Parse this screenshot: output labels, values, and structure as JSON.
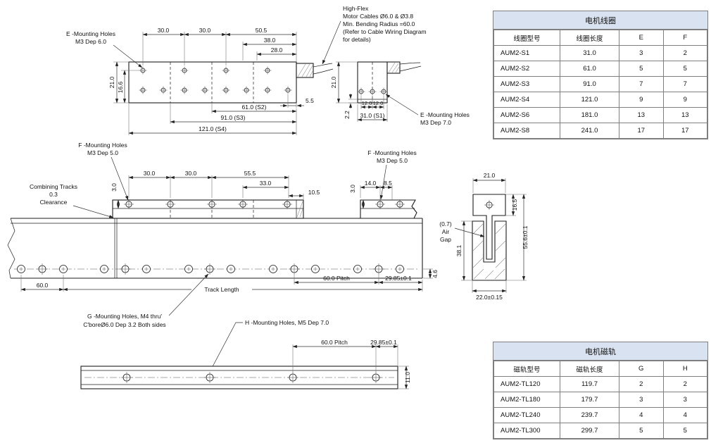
{
  "colors": {
    "table_title_bg": "#d9e2f0",
    "table_border": "#7f7f7f",
    "line": "#1c1c1c"
  },
  "annotations": {
    "e_mount_top": [
      "E -Mounting Holes",
      "M3 Dep 6.0"
    ],
    "high_flex": [
      "High-Flex",
      "Motor Cables Ø6.0 & Ø3.8",
      "Min. Bending Radius =60.0",
      "(Refer to Cable Wiring Diagram",
      "for details)"
    ],
    "e_mount_end": [
      "E -Mounting Holes",
      "M3 Dep 7.0"
    ],
    "f_mount_left": [
      "F -Mounting Holes",
      "M3 Dep 5.0"
    ],
    "f_mount_right": [
      "F -Mounting Holes",
      "M3 Dep 5.0"
    ],
    "combining": [
      "Combining Tracks",
      "0.3",
      "Clearance"
    ],
    "air_gap": [
      "(0.7)",
      "Air",
      "Gap"
    ],
    "g_mount": [
      "G -Mounting Holes, M4 thru'",
      "C'boreØ6.0 Dep 3.2 Both sides"
    ],
    "h_mount": "H -Mounting Holes, M5 Dep 7.0",
    "track_length": "Track Length"
  },
  "dims": {
    "top": {
      "a30": "30.0",
      "b30": "30.0",
      "c50": "50.5",
      "d38": "38.0",
      "e28": "28.0",
      "v21": "21.0",
      "v16": "16.6",
      "f55": "5.5",
      "s2": "61.0 (S2)",
      "s3": "91.0 (S3)",
      "s4": "121.0 (S4)"
    },
    "end": {
      "v21": "21.0",
      "a12": "12.0",
      "b12": "12.0",
      "v22": "2.2",
      "s1": "31.0 (S1)"
    },
    "side": {
      "a30": "30.0",
      "b30": "30.0",
      "c55": "55.5",
      "d33": "33.0",
      "e10": "10.5",
      "v3l": "3.0",
      "f14": "14.0",
      "g8": "8.5",
      "v3r": "3.0",
      "h60": "60.0",
      "pitch": "60.0 Pitch",
      "tol": "29.85±0.1",
      "v46": "4.6"
    },
    "section": {
      "w21": "21.0",
      "v16": "16.5",
      "v38": "38.1",
      "v55": "55.6±0.1",
      "w22": "22.0±0.15"
    },
    "bottom": {
      "pitch": "60.0 Pitch",
      "tol": "29.85±0.1",
      "v11": "11.0"
    }
  },
  "tables": {
    "coil": {
      "title": "电机线圈",
      "headers": [
        "线圈型号",
        "线圈长度",
        "E",
        "F"
      ],
      "rows": [
        [
          "AUM2-S1",
          "31.0",
          "3",
          "2"
        ],
        [
          "AUM2-S2",
          "61.0",
          "5",
          "5"
        ],
        [
          "AUM2-S3",
          "91.0",
          "7",
          "7"
        ],
        [
          "AUM2-S4",
          "121.0",
          "9",
          "9"
        ],
        [
          "AUM2-S6",
          "181.0",
          "13",
          "13"
        ],
        [
          "AUM2-S8",
          "241.0",
          "17",
          "17"
        ]
      ]
    },
    "track": {
      "title": "电机磁轨",
      "headers": [
        "磁轨型号",
        "磁轨长度",
        "G",
        "H"
      ],
      "rows": [
        [
          "AUM2-TL120",
          "119.7",
          "2",
          "2"
        ],
        [
          "AUM2-TL180",
          "179.7",
          "3",
          "3"
        ],
        [
          "AUM2-TL240",
          "239.7",
          "4",
          "4"
        ],
        [
          "AUM2-TL300",
          "299.7",
          "5",
          "5"
        ]
      ]
    }
  }
}
